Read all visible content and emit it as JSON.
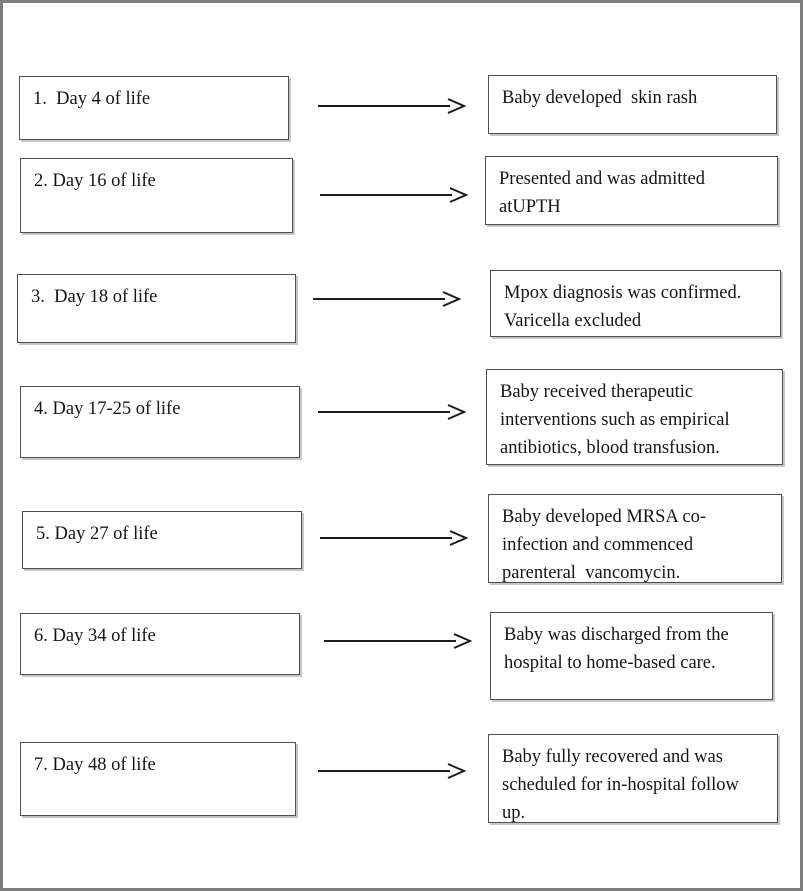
{
  "figure": {
    "background_color": "#ffffff",
    "frame_border_color": "#7e7e7e",
    "box_border_color": "#4f4f4f",
    "arrow_color": "#1c1c1c",
    "text_color": "#151515"
  },
  "rows": [
    {
      "left": "1.  Day 4 of life",
      "right_lines": [
        "Baby developed  skin rash"
      ]
    },
    {
      "left": "2. Day 16 of life",
      "right_lines": [
        "Presented and was admitted",
        "atUPTH"
      ]
    },
    {
      "left": "3.  Day 18 of life",
      "right_lines": [
        "Mpox diagnosis was confirmed.",
        "Varicella excluded"
      ]
    },
    {
      "left": "4. Day 17-25 of life",
      "right_lines": [
        "Baby received therapeutic",
        "interventions such as empirical",
        "antibiotics, blood transfusion."
      ]
    },
    {
      "left": "5. Day 27 of life",
      "right_lines": [
        "Baby developed MRSA co-",
        "infection and commenced",
        "parenteral  vancomycin."
      ]
    },
    {
      "left": "6. Day 34 of life",
      "right_lines": [
        "Baby was discharged from the",
        "hospital to home-based care."
      ]
    },
    {
      "left": "7. Day 48 of life",
      "right_lines": [
        "Baby fully recovered and was",
        "scheduled for in-hospital follow",
        "up."
      ]
    }
  ]
}
